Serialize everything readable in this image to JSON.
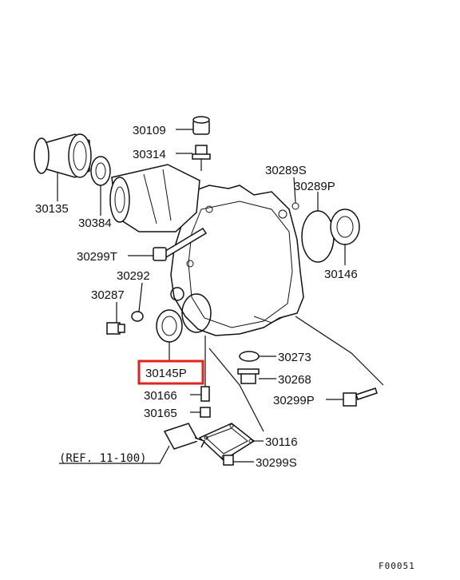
{
  "labels": {
    "p30109": "30109",
    "p30314": "30314",
    "p30135": "30135",
    "p30384": "30384",
    "p30289S": "30289S",
    "p30289P": "30289P",
    "p30299T": "30299T",
    "p30146": "30146",
    "p30292": "30292",
    "p30287": "30287",
    "p30145P": "30145P",
    "p30273": "30273",
    "p30268": "30268",
    "p30166": "30166",
    "p30299P": "30299P",
    "p30165": "30165",
    "p30116": "30116",
    "p30299S": "30299S",
    "ref": "(REF. 11-100)",
    "figure_code": "F00051"
  },
  "highlight": {
    "part": "30145P",
    "color": "#e2231a"
  }
}
